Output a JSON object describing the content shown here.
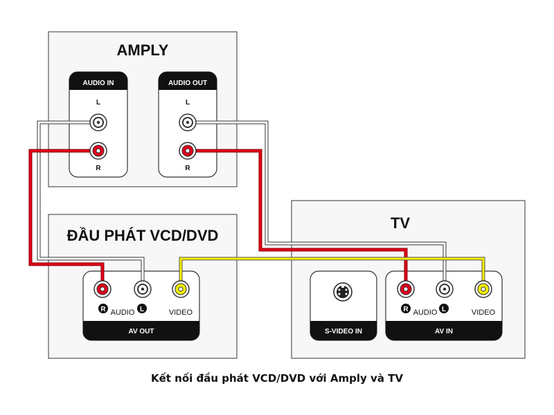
{
  "amply": {
    "title": "AMPLY",
    "audio_in": {
      "label": "AUDIO IN",
      "left": "L",
      "right": "R"
    },
    "audio_out": {
      "label": "AUDIO OUT",
      "left": "L",
      "right": "R"
    }
  },
  "player": {
    "title": "ĐẦU PHÁT VCD/DVD",
    "jack_r": "R",
    "jack_l": "L",
    "audio": "AUDIO",
    "video": "VIDEO",
    "panel": "AV OUT"
  },
  "tv": {
    "title": "TV",
    "svideo_panel": "S-VIDEO IN",
    "jack_r": "R",
    "jack_l": "L",
    "audio": "AUDIO",
    "video": "VIDEO",
    "panel": "AV IN"
  },
  "caption": "Kết nối đầu phát VCD/DVD với Amply và TV",
  "colors": {
    "red_cable": "#e3001b",
    "white_cable": "#ffffff",
    "yellow_cable": "#f5f000",
    "panel_dark": "#111111",
    "box_fill": "#f7f7f7"
  }
}
